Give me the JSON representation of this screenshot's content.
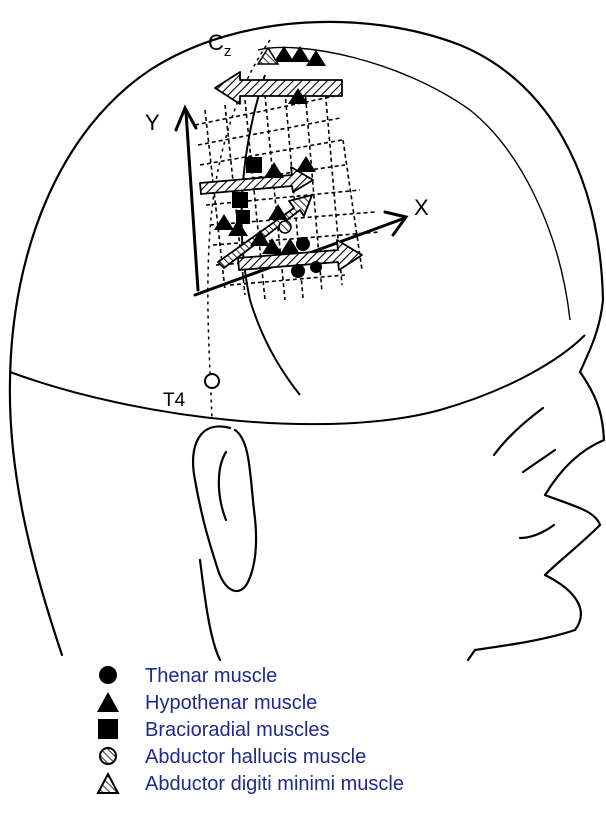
{
  "labels": {
    "cz_main": "C",
    "cz_sub": "z",
    "t4": "T4",
    "axis_x": "X",
    "axis_y": "Y"
  },
  "legend": [
    {
      "symbol": "filled-circle",
      "label": "Thenar muscle"
    },
    {
      "symbol": "filled-triangle",
      "label": "Hypothenar muscle"
    },
    {
      "symbol": "filled-square",
      "label": "Bracioradial muscles"
    },
    {
      "symbol": "hatched-circle",
      "label": "Abductor hallucis muscle"
    },
    {
      "symbol": "hatched-triangle",
      "label": "Abductor digiti minimi muscle"
    }
  ],
  "colors": {
    "legend_text": "#1f2a8a",
    "ink": "#000000"
  }
}
